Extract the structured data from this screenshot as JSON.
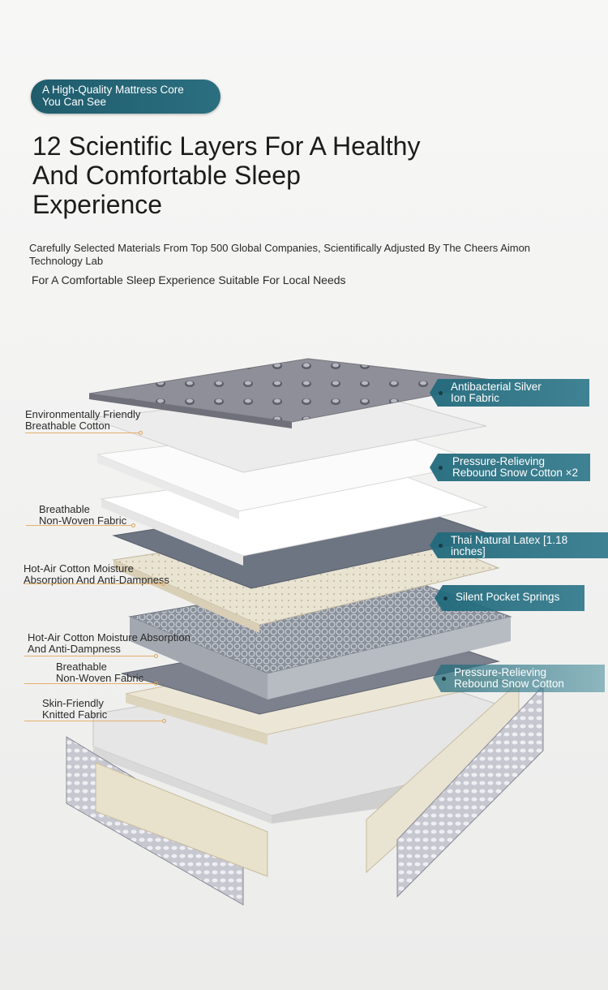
{
  "badge": {
    "line1": "A High-Quality Mattress Core",
    "line2": "You Can See"
  },
  "headline": {
    "line1": "12 Scientific Layers For A Healthy",
    "line2": "And Comfortable Sleep",
    "line3": "Experience"
  },
  "subtitle": {
    "line1": "Carefully Selected Materials From Top 500 Global Companies, Scientifically Adjusted By The Cheers Aimon Technology Lab",
    "line2": "For A Comfortable Sleep Experience Suitable For Local Needs"
  },
  "left_labels": [
    {
      "line1": "Environmentally Friendly",
      "line2": "Breathable Cotton"
    },
    {
      "line1": "Breathable",
      "line2": "Non-Woven Fabric"
    },
    {
      "line1": "Hot-Air Cotton Moisture",
      "line2": "Absorption And Anti-Dampness"
    },
    {
      "line1": "Hot-Air Cotton Moisture Absorption",
      "line2": "And Anti-Dampness"
    },
    {
      "line1": "Breathable",
      "line2": "Non-Woven Fabric"
    },
    {
      "line1": "Skin-Friendly",
      "line2": "Knitted Fabric"
    }
  ],
  "right_tags": [
    {
      "line1": "Antibacterial Silver",
      "line2": "Ion Fabric"
    },
    {
      "line1": "Pressure-Relieving",
      "line2": "Rebound Snow Cotton ×2"
    },
    {
      "line1": "Thai Natural Latex [1.18",
      "line2": "inches]"
    },
    {
      "line1": "Silent Pocket Springs",
      "line2": ""
    },
    {
      "line1": "Pressure-Relieving",
      "line2": "Rebound Snow Cotton"
    }
  ],
  "colors": {
    "accent_teal": "#236c7e",
    "leader_line": "#e7b06a"
  }
}
